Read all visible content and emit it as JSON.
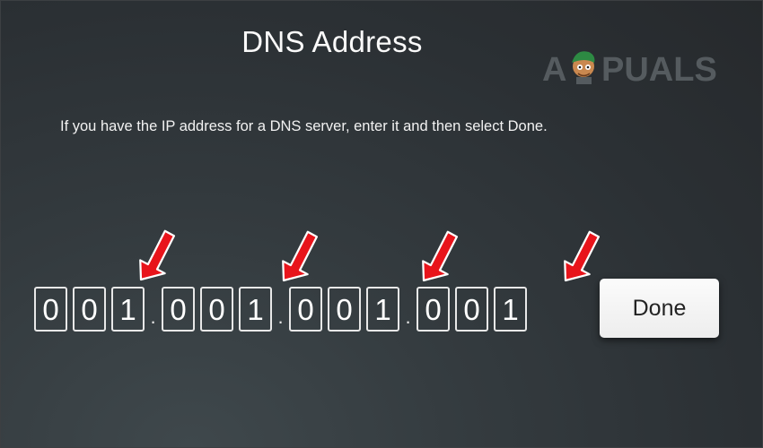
{
  "screen": {
    "title": "DNS Address",
    "instruction": "If you have the IP address for a DNS server, enter it and then select Done."
  },
  "watermark": {
    "letters_left": "A",
    "letters_right": "PUALS",
    "icon": "mascot-head-icon"
  },
  "ip_address": {
    "value": "001.001.001.001",
    "separator": ".",
    "octets": [
      [
        "0",
        "0",
        "1"
      ],
      [
        "0",
        "0",
        "1"
      ],
      [
        "0",
        "0",
        "1"
      ],
      [
        "0",
        "0",
        "1"
      ]
    ]
  },
  "done_button": {
    "label": "Done"
  },
  "annotations": {
    "arrow_color": "#e8141b",
    "arrow_icon": "red-arrow-icon",
    "highlighted_digit": "1"
  },
  "colors": {
    "background": "#2e3437",
    "text": "#ffffff",
    "button": "#f4f4f4",
    "button_text": "#232323"
  }
}
